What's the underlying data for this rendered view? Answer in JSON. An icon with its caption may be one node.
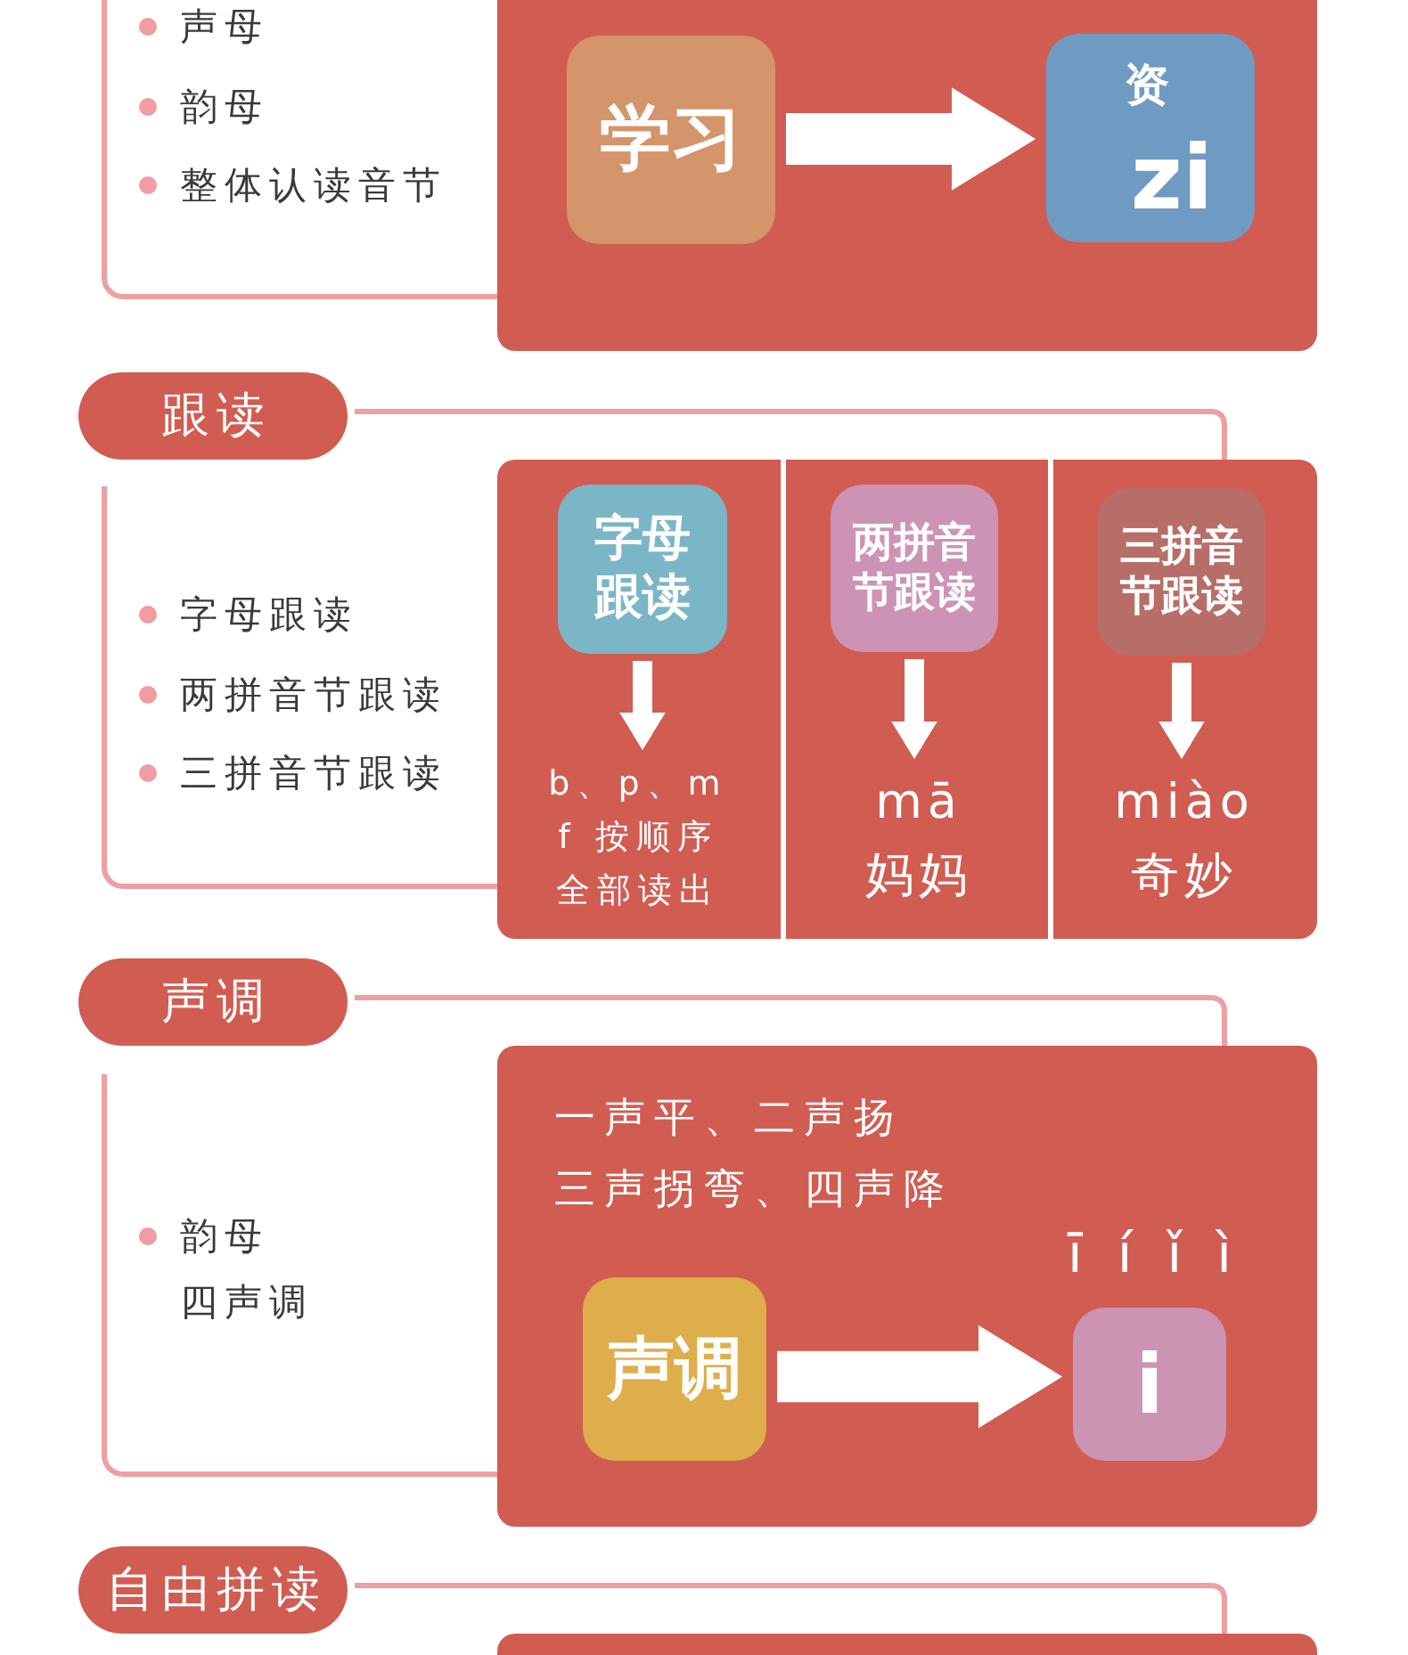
{
  "diagram": {
    "nodes": [
      {
        "text": [
          "声母",
          "韵母",
          "整体认读音节"
        ]
      },
      {
        "text": [],
        "shape": "box"
      },
      {
        "text": [
          "学习"
        ],
        "in": 1
      },
      {
        "text": [
          "资",
          "zi"
        ],
        "in": 1
      },
      {
        "text": [
          "跟读"
        ]
      },
      {
        "text": [
          "字母跟读",
          "两拼音节跟读",
          "三拼音节跟读"
        ]
      },
      {
        "text": [],
        "shape": "box"
      },
      {
        "text": [
          "字母跟读"
        ],
        "in": 6
      },
      {
        "text": [
          "b、p、m f 按顺序全部读出"
        ],
        "in": 6
      },
      {
        "text": [
          "两拼音节跟读"
        ],
        "in": 6
      },
      {
        "text": [
          "mā",
          "妈妈"
        ],
        "in": 6
      },
      {
        "text": [
          "三拼音节跟读"
        ],
        "in": 6
      },
      {
        "text": [
          "miào",
          "奇妙"
        ],
        "in": 6
      },
      {
        "text": [
          "声调"
        ]
      },
      {
        "text": [
          "韵母四声调"
        ]
      },
      {
        "text": [
          "一声平、二声扬",
          "三声拐弯、四声降"
        ]
      },
      {
        "text": [
          "声调"
        ],
        "in": 15
      },
      {
        "text": [
          "i"
        ],
        "in": 15,
        "beside": [
          "ī í ǐ ì"
        ]
      },
      {
        "text": [
          "自由拼读"
        ]
      },
      {
        "text": [],
        "shape": "box"
      }
    ],
    "edges": [
      {
        "from": 2,
        "to": 3,
        "arrow": "to",
        "style": "thick"
      },
      {
        "from": 4,
        "to": 6,
        "arrow": "none",
        "color": "#eca0a3"
      },
      {
        "from": 7,
        "to": 8,
        "arrow": "to"
      },
      {
        "from": 9,
        "to": 10,
        "arrow": "to"
      },
      {
        "from": 11,
        "to": 12,
        "arrow": "to"
      },
      {
        "from": 13,
        "to": 15,
        "arrow": "none",
        "color": "#eca0a3"
      },
      {
        "from": 16,
        "to": 17,
        "arrow": "to",
        "style": "thick"
      },
      {
        "from": 18,
        "to": 19,
        "arrow": "none",
        "color": "#eca0a3"
      }
    ]
  }
}
